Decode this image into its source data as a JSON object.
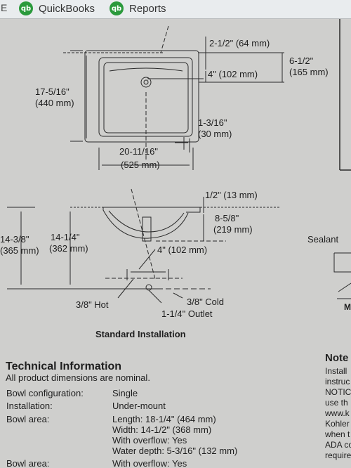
{
  "bookmarks": {
    "edge_char": "E",
    "items": [
      {
        "icon": "qb",
        "label": "QuickBooks"
      },
      {
        "icon": "qb",
        "label": "Reports"
      }
    ]
  },
  "drawing": {
    "top_view": {
      "dim_2_1_2": "2-1/2\" (64 mm)",
      "dim_6_1_2_a": "6-1/2\"",
      "dim_6_1_2_b": "(165 mm)",
      "dim_4": "4\" (102 mm)",
      "dim_17_5_16_a": "17-5/16\"",
      "dim_17_5_16_b": "(440 mm)",
      "dim_1_3_16_a": "1-3/16\"",
      "dim_1_3_16_b": "(30 mm)",
      "dim_20_11_16_a": "20-11/16\"",
      "dim_20_11_16_b": "(525 mm)"
    },
    "side_view": {
      "dim_1_2": "1/2\" (13 mm)",
      "dim_8_5_8_a": "8-5/8\"",
      "dim_8_5_8_b": "(219 mm)",
      "dim_14_3_8_a": "14-3/8\"",
      "dim_14_3_8_b": "(365 mm)",
      "dim_14_1_4_a": "14-1/4\"",
      "dim_14_1_4_b": "(362 mm)",
      "dim_4": "4\" (102 mm)",
      "hot": "3/8\" Hot",
      "cold": "3/8\" Cold",
      "outlet": "1-1/4\" Outlet"
    },
    "section_title": "Standard Installation",
    "sealant": "Sealant",
    "m_letter": "M"
  },
  "technical": {
    "title": "Technical Information",
    "note": "All product dimensions are nominal.",
    "rows": [
      {
        "label": "Bowl configuration:",
        "value": "Single"
      },
      {
        "label": "Installation:",
        "value": "Under-mount"
      },
      {
        "label": "Bowl area:",
        "value": "Length: 18-1/4\" (464 mm)"
      },
      {
        "label": "",
        "value": "Width: 14-1/2\" (368 mm)"
      },
      {
        "label": "",
        "value": "With overflow: Yes"
      },
      {
        "label": "",
        "value": "Water depth: 5-3/16\" (132 mm)"
      },
      {
        "label": "Bowl area:",
        "value": "With overflow: Yes"
      }
    ]
  },
  "notes": {
    "heading": "Note",
    "lines": [
      "Install",
      "instruc",
      "NOTIC",
      "use th",
      "www.k",
      "Kohler",
      "when t",
      "ADA co",
      "require"
    ]
  }
}
